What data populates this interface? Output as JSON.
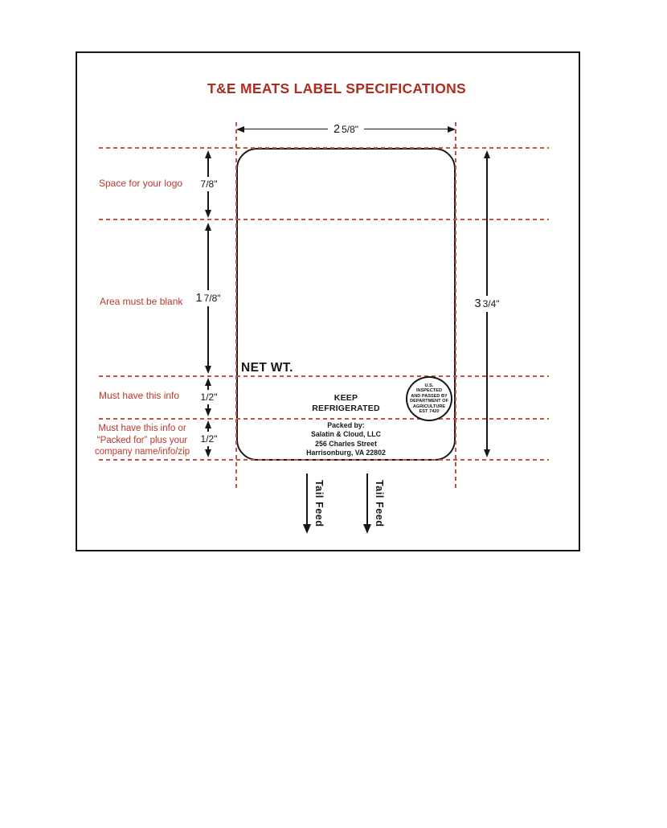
{
  "title": "T&E MEATS LABEL SPECIFICATIONS",
  "dimensions": {
    "label_width": {
      "whole": "2",
      "frac": "5/8\""
    },
    "label_height": {
      "whole": "3",
      "frac": "3/4\""
    },
    "logo_space": {
      "whole": "",
      "frac": "7/8\""
    },
    "blank_area": {
      "whole": "1",
      "frac": "7/8\""
    },
    "info_band_1": {
      "whole": "",
      "frac": "1/2\""
    },
    "info_band_2": {
      "whole": "",
      "frac": "1/2\""
    }
  },
  "annotations": {
    "logo_space": "Space for your logo",
    "blank_area": "Area must be blank",
    "info_band_1": "Must have this info",
    "info_band_2_line1": "Must have this info or",
    "info_band_2_line2": "“Packed for” plus your",
    "info_band_2_line3": "company name/info/zip"
  },
  "label_content": {
    "net_wt": "NET WT.",
    "keep_line1": "KEEP",
    "keep_line2": "REFRIGERATED",
    "usda_seal": [
      "U.S.",
      "INSPECTED",
      "AND PASSED BY",
      "DEPARTMENT OF",
      "AGRICULTURE",
      "EST 7420"
    ],
    "packed_by": [
      "Packed by:",
      "Salatin & Cloud, LLC",
      "256 Charles Street",
      "Harrisonburg, VA 22802"
    ]
  },
  "feed_direction": "Tail Feed",
  "colors": {
    "title_red": "#b12b1e",
    "annotation_red": "#bd362a",
    "guide_dash_red": "#cb5042",
    "ink": "#161616"
  }
}
